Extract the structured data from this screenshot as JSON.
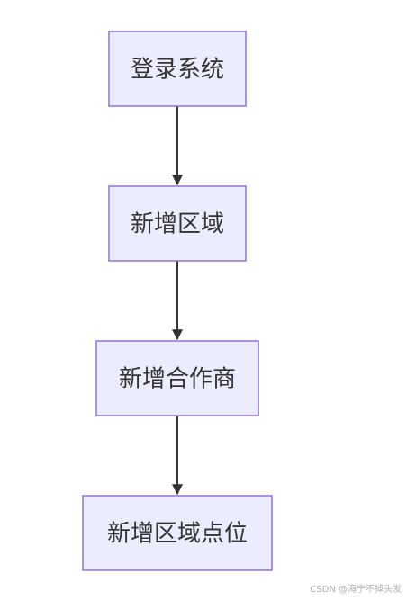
{
  "diagram": {
    "nodes": [
      {
        "id": "n1",
        "label": "登录系统"
      },
      {
        "id": "n2",
        "label": "新增区域"
      },
      {
        "id": "n3",
        "label": "新增合作商"
      },
      {
        "id": "n4",
        "label": "新增区域点位"
      }
    ],
    "edges": [
      {
        "from": "n1",
        "to": "n2"
      },
      {
        "from": "n2",
        "to": "n3"
      },
      {
        "from": "n3",
        "to": "n4"
      }
    ],
    "colors": {
      "node_fill": "#ececff",
      "node_border": "#9370db",
      "text": "#333333",
      "edge": "#333333"
    }
  },
  "watermark": "CSDN @海宁不掉头发"
}
